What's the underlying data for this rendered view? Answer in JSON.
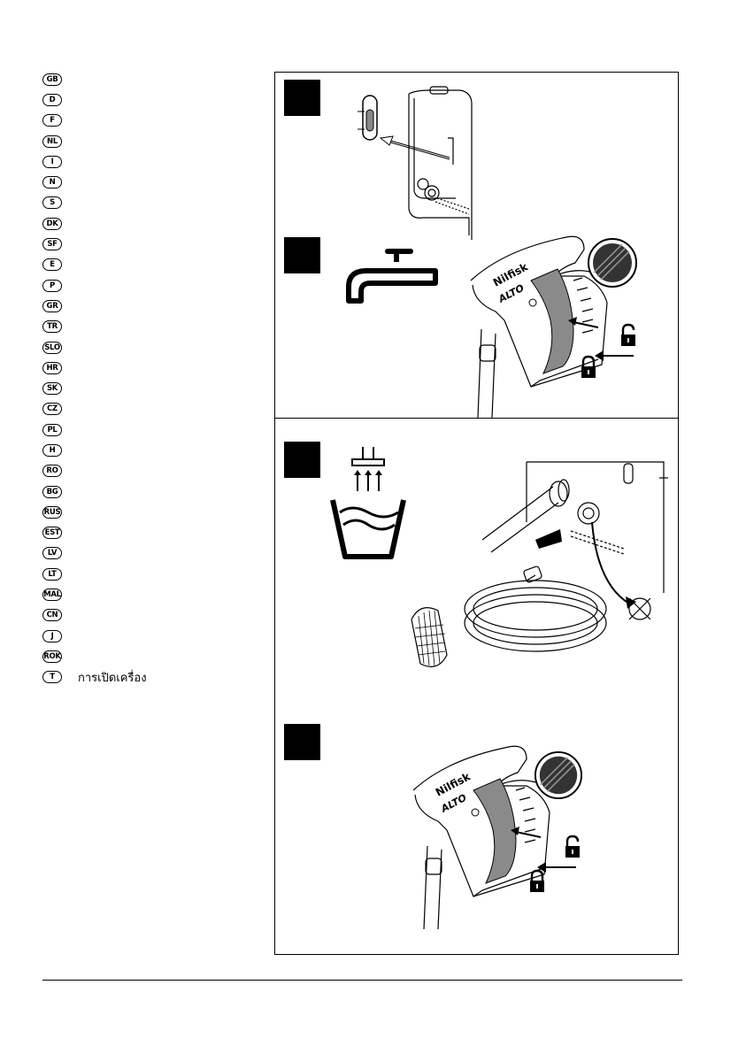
{
  "languages": [
    {
      "code": "GB",
      "text": ""
    },
    {
      "code": "D",
      "text": ""
    },
    {
      "code": "F",
      "text": ""
    },
    {
      "code": "NL",
      "text": ""
    },
    {
      "code": "I",
      "text": ""
    },
    {
      "code": "N",
      "text": ""
    },
    {
      "code": "S",
      "text": ""
    },
    {
      "code": "DK",
      "text": ""
    },
    {
      "code": "SF",
      "text": ""
    },
    {
      "code": "E",
      "text": ""
    },
    {
      "code": "P",
      "text": ""
    },
    {
      "code": "GR",
      "text": ""
    },
    {
      "code": "TR",
      "text": ""
    },
    {
      "code": "SLO",
      "text": ""
    },
    {
      "code": "HR",
      "text": ""
    },
    {
      "code": "SK",
      "text": ""
    },
    {
      "code": "CZ",
      "text": ""
    },
    {
      "code": "PL",
      "text": ""
    },
    {
      "code": "H",
      "text": ""
    },
    {
      "code": "RO",
      "text": ""
    },
    {
      "code": "BG",
      "text": ""
    },
    {
      "code": "RUS",
      "text": ""
    },
    {
      "code": "EST",
      "text": ""
    },
    {
      "code": "LV",
      "text": ""
    },
    {
      "code": "LT",
      "text": ""
    },
    {
      "code": "MAL",
      "text": ""
    },
    {
      "code": "CN",
      "text": ""
    },
    {
      "code": "J",
      "text": ""
    },
    {
      "code": "ROK",
      "text": ""
    },
    {
      "code": "T",
      "text": "การเปิดเครื่อง"
    }
  ],
  "gun_brand": {
    "top": "Nilfisk",
    "bottom": "ALTO"
  },
  "icons": {
    "step1": [
      "level-indicator-icon",
      "arrow-icon"
    ],
    "step2": [
      "water-tap-icon",
      "unlock-icon",
      "lock-icon",
      "no-spray-icon"
    ],
    "step3": [
      "water-basin-icon",
      "hose-icon",
      "filter-icon"
    ],
    "step4": [
      "unlock-icon",
      "lock-icon",
      "no-spray-icon"
    ]
  }
}
